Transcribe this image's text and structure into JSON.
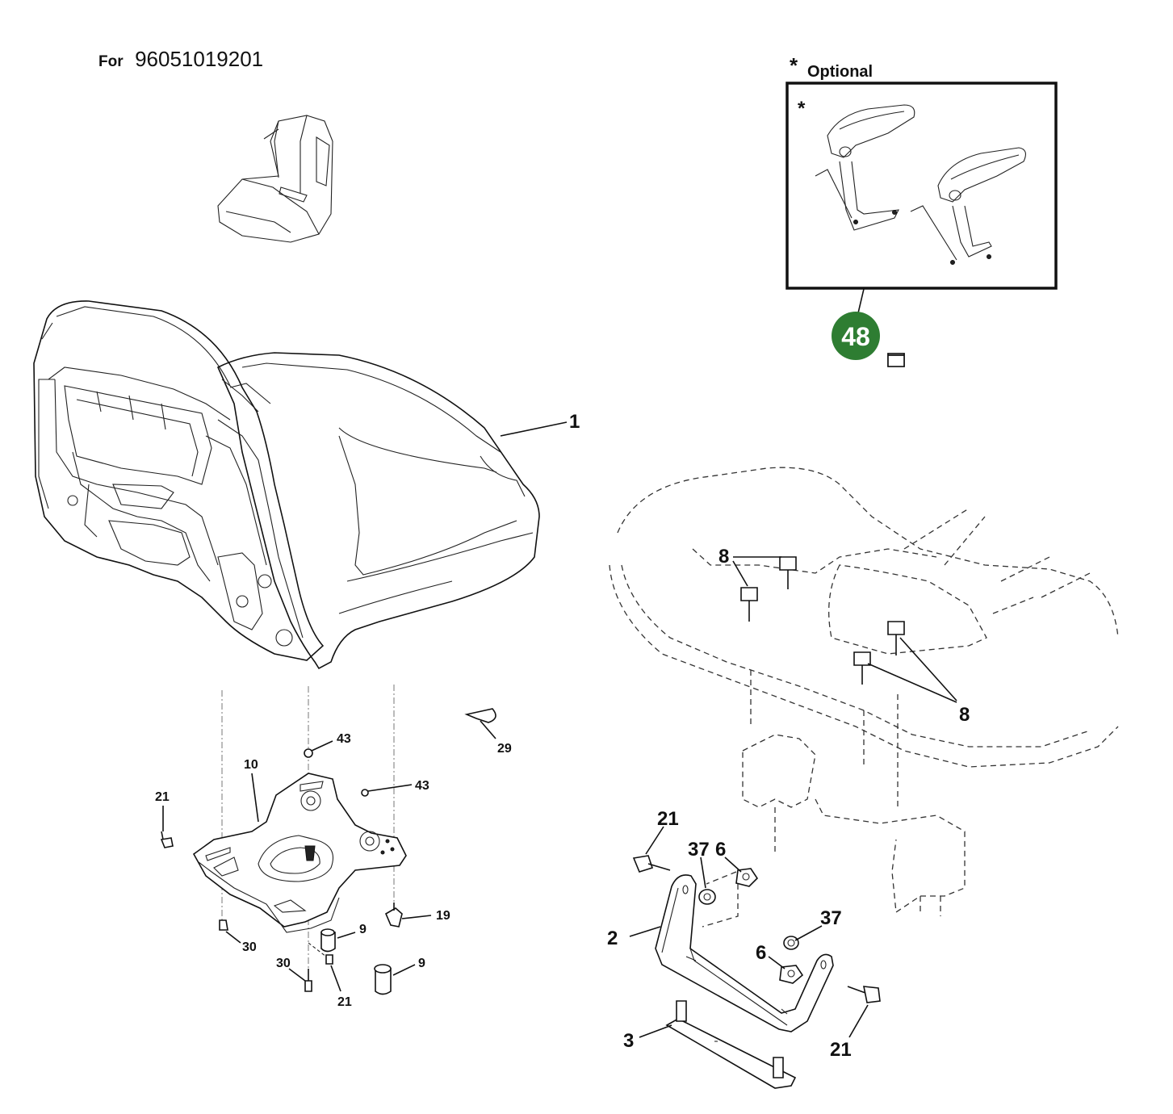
{
  "header": {
    "for_label": "For",
    "model_number": "96051019201"
  },
  "optional": {
    "marker": "*",
    "label": "Optional",
    "box_marker": "*",
    "callout": "48",
    "callout_color": "#2e7d32"
  },
  "part_labels": {
    "p1": "1",
    "p2": "2",
    "p3": "3",
    "p6a": "6",
    "p6b": "6",
    "p8a": "8",
    "p8b": "8",
    "p9a": "9",
    "p9b": "9",
    "p10": "10",
    "p19": "19",
    "p21a": "21",
    "p21b": "21",
    "p21c": "21",
    "p21d": "21",
    "p29": "29",
    "p30a": "30",
    "p30b": "30",
    "p37a": "37",
    "p37b": "37",
    "p43a": "43",
    "p43b": "43"
  }
}
